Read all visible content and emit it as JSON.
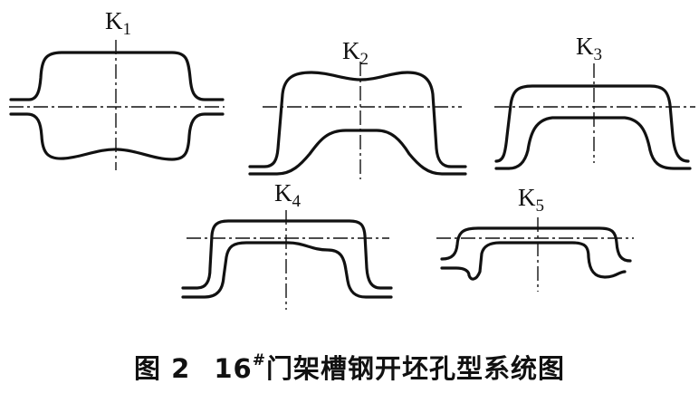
{
  "figure": {
    "passes": [
      {
        "id": "K1",
        "letter": "K",
        "sub": "1"
      },
      {
        "id": "K2",
        "letter": "K",
        "sub": "2"
      },
      {
        "id": "K3",
        "letter": "K",
        "sub": "3"
      },
      {
        "id": "K4",
        "letter": "K",
        "sub": "4"
      },
      {
        "id": "K5",
        "letter": "K",
        "sub": "5"
      }
    ],
    "caption": {
      "figure_no": "图 2",
      "size": "16",
      "mark": "#",
      "text": "门架槽钢开坯孔型系统图"
    }
  }
}
